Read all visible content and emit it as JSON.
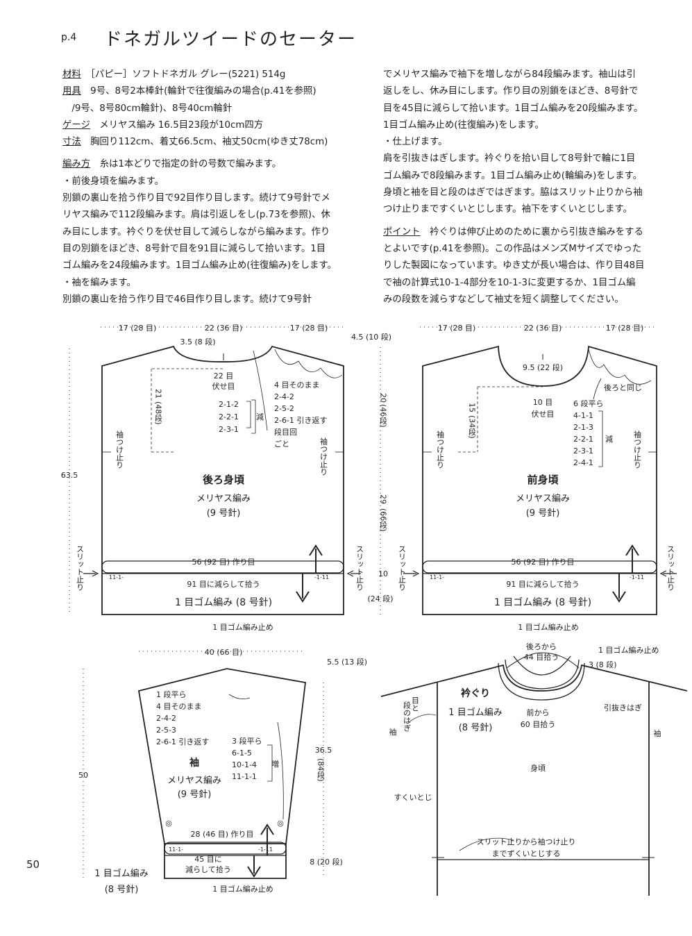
{
  "header": {
    "page_ref": "p.4",
    "title": "ドネガルツイードのセーター"
  },
  "page_number": "50",
  "left_column": [
    {
      "label": "材料",
      "text": "［パピー］ソフトドネガル グレー(5221) 514g"
    },
    {
      "label": "用具",
      "text": "9号、8号2本棒針(輪針で往復編みの場合(p.41を参照)"
    },
    {
      "label": "",
      "text": "　/9号、8号80cm輪針)、8号40cm輪針"
    },
    {
      "label": "ゲージ",
      "text": "メリヤス編み 16.5目23段が10cm四方"
    },
    {
      "label": "寸法",
      "text": "胸回り112cm、着丈66.5cm、袖丈50cm(ゆき丈78cm)"
    },
    {
      "label": "gap",
      "text": ""
    },
    {
      "label": "編み方",
      "text": "糸は1本どりで指定の針の号数で編みます。"
    },
    {
      "label": "",
      "text": "・前後身頃を編みます。"
    },
    {
      "label": "",
      "text": "別鎖の裏山を拾う作り目で92目作り目します。続けて9号針でメ"
    },
    {
      "label": "",
      "text": "リヤス編みで112段編みます。肩は引返しをし(p.73を参照)、休"
    },
    {
      "label": "",
      "text": "み目にします。衿ぐりを伏せ目して減らしながら編みます。作り"
    },
    {
      "label": "",
      "text": "目の別鎖をほどき、8号針で目を91目に減らして拾います。1目"
    },
    {
      "label": "",
      "text": "ゴム編みを24段編みます。1目ゴム編み止め(往復編み)をします。"
    },
    {
      "label": "",
      "text": "・袖を編みます。"
    },
    {
      "label": "",
      "text": "別鎖の裏山を拾う作り目で46目作り目します。続けて9号針"
    }
  ],
  "right_column": [
    {
      "label": "",
      "text": "でメリヤス編みで袖下を増しながら84段編みます。袖山は引"
    },
    {
      "label": "",
      "text": "返しをし、休み目にします。作り目の別鎖をほどき、8号針で"
    },
    {
      "label": "",
      "text": "目を45目に減らして拾います。1目ゴム編みを20段編みます。"
    },
    {
      "label": "",
      "text": "1目ゴム編み止め(往復編み)をします。"
    },
    {
      "label": "",
      "text": "・仕上げます。"
    },
    {
      "label": "",
      "text": "肩を引抜きはぎします。衿ぐりを拾い目して8号針で輪に1目"
    },
    {
      "label": "",
      "text": "ゴム編みで8段編みます。1目ゴム編み止め(輪編み)をします。"
    },
    {
      "label": "",
      "text": "身頃と袖を目と段のはぎではぎます。脇はスリット止りから袖"
    },
    {
      "label": "",
      "text": "つけ止りまですくいとじします。袖下をすくいとじします。"
    },
    {
      "label": "gap",
      "text": ""
    },
    {
      "label": "ポイント",
      "text": "衿ぐりは伸び止めのために裏から引抜き編みをする"
    },
    {
      "label": "",
      "text": "とよいです(p.41を参照)。この作品はメンズMサイズでゆった"
    },
    {
      "label": "",
      "text": "りした製図になっています。ゆき丈が長い場合は、作り目48目"
    },
    {
      "label": "",
      "text": "で袖の計算式10-1-4部分を10-1-3に変更するか、1目ゴム編"
    },
    {
      "label": "",
      "text": "みの段数を減らすなどして袖丈を短く調整してください。"
    }
  ],
  "back": {
    "top_left": "17 (28 目)",
    "top_mid": "22 (36 目)",
    "top_right": "17 (28 目)",
    "neck_depth": "3.5 (8 段)",
    "shoulder_drop": "4.5 (10 段)",
    "neck_bind": "22 目",
    "neck_bind2": "伏せ目",
    "armhole_depth_a": "21",
    "armhole_depth_b": "(48段)",
    "dec": [
      "2-1-2",
      "2-2-1",
      "2-3-1"
    ],
    "dec_mark": "減",
    "shoulder": [
      "4 目そのまま",
      "2-4-2",
      "2-5-2",
      "2-6-1 引き返す",
      "段目回",
      "ごと"
    ],
    "sleeve_mark": "袖つけ止り",
    "total_len": "63.5",
    "seg_upper_a": "20",
    "seg_upper_b": "(46段)",
    "seg_mid_a": "29",
    "seg_mid_b": "(66段)",
    "seg_low_a": "10",
    "seg_low_b": "(24 段)",
    "name": "後ろ身頃",
    "stitch": "メリヤス編み",
    "needle": "(9 号針)",
    "cast_on": "56 (92 目) 作り目",
    "pickup": "91 目に減らして拾う",
    "rib": "1 目ゴム編み (8 号針)",
    "bind_off": "1 目ゴム編み止め",
    "slit": "スリット止り",
    "rib_sym_l": "11-1-",
    "rib_sym_r": "-1-11"
  },
  "front": {
    "top_left": "17 (28 目)",
    "top_mid": "22 (36 目)",
    "top_right": "17 (28 目)",
    "neck_depth": "9.5 (22 段)",
    "same_as_back": "後ろと同じ",
    "center_depth_a": "15",
    "center_depth_b": "(34段)",
    "center_bind": "10 目",
    "center_bind2": "伏せ目",
    "dec": [
      "6 段平ら",
      "4-1-1",
      "2-1-3",
      "2-2-1",
      "2-3-1",
      "2-4-1"
    ],
    "dec_mark": "減",
    "sleeve_mark": "袖つけ止り",
    "name": "前身頃",
    "stitch": "メリヤス編み",
    "needle": "(9 号針)",
    "cast_on": "56 (92 目) 作り目",
    "pickup": "91 目に減らして拾う",
    "rib": "1 目ゴム編み (8 号針)",
    "bind_off": "1 目ゴム編み止め",
    "slit": "スリット止り",
    "rib_sym_l": "11-1-",
    "rib_sym_r": "-1-11"
  },
  "sleeve": {
    "top": "40 (66 目)",
    "cap_depth": "5.5 (13 段)",
    "total_len": "50",
    "body_len_a": "36.5",
    "body_len_b": "(84段)",
    "cuff_len": "8 (20 段)",
    "cap": [
      "1 段平ら",
      "4 目そのまま",
      "2-4-2",
      "2-5-3",
      "2-6-1 引き返す"
    ],
    "inc": [
      "3 段平ら",
      "6-1-5",
      "10-1-4",
      "11-1-1"
    ],
    "inc_mark": "増",
    "name": "袖",
    "stitch": "メリヤス編み",
    "needle": "(9 号針)",
    "cast_on": "28 (46 目) 作り目",
    "pickup_a": "45 目に",
    "pickup_b": "減らして拾う",
    "rib_a": "1 目ゴム編み",
    "rib_b": "(8 号針)",
    "bind_off": "1 目ゴム編み止め",
    "rib_sym_l": "11-1-",
    "rib_sym_r": "-1-11",
    "mark": "◎"
  },
  "assembly": {
    "from_back_a": "後ろから",
    "from_back_b": "44 目拾う",
    "collar_bind": "1 目ゴム編み止め",
    "collar_rows": "3 (8 段)",
    "collar_name": "衿ぐり",
    "collar_stitch": "1 目ゴム編み",
    "collar_needle": "(8 号針)",
    "from_front_a": "前から",
    "from_front_b": "60 目拾う",
    "shoulder_join": "引抜きはぎ",
    "join_a": "目と",
    "join_b": "段のはぎ",
    "sleeve_l": "袖",
    "sleeve_r": "袖",
    "body": "身頃",
    "mattress": "すくいとじ",
    "side_a": "スリット止りから袖つけ止り",
    "side_b": "までずくいとじする"
  }
}
